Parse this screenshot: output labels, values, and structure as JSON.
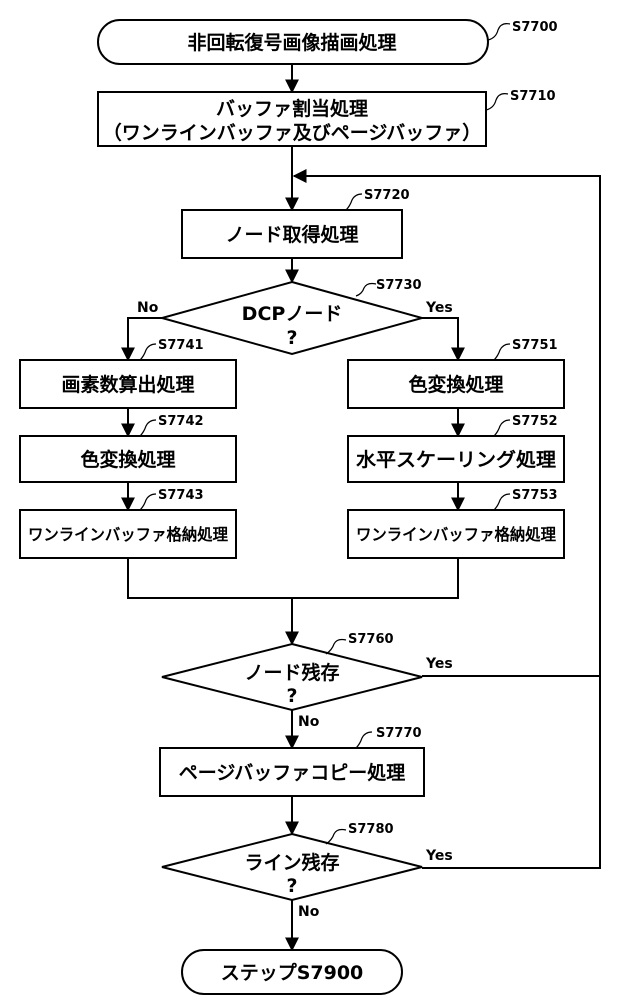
{
  "nodes": {
    "n7700": {
      "label": "非回転復号画像描画処理",
      "tag": "S7700"
    },
    "n7710": {
      "line1": "バッファ割当処理",
      "line2": "（ワンラインバッファ及びページバッファ）",
      "tag": "S7710"
    },
    "n7720": {
      "label": "ノード取得処理",
      "tag": "S7720"
    },
    "n7730": {
      "line1": "DCPノード",
      "line2": "?",
      "tag": "S7730",
      "no": "No",
      "yes": "Yes"
    },
    "n7741": {
      "label": "画素数算出処理",
      "tag": "S7741"
    },
    "n7742": {
      "label": "色変換処理",
      "tag": "S7742"
    },
    "n7743": {
      "label": "ワンラインバッファ格納処理",
      "tag": "S7743"
    },
    "n7751": {
      "label": "色変換処理",
      "tag": "S7751"
    },
    "n7752": {
      "label": "水平スケーリング処理",
      "tag": "S7752"
    },
    "n7753": {
      "label": "ワンラインバッファ格納処理",
      "tag": "S7753"
    },
    "n7760": {
      "line1": "ノード残存",
      "line2": "?",
      "tag": "S7760",
      "yes": "Yes",
      "no": "No"
    },
    "n7770": {
      "label": "ページバッファコピー処理",
      "tag": "S7770"
    },
    "n7780": {
      "line1": "ライン残存",
      "line2": "?",
      "tag": "S7780",
      "yes": "Yes",
      "no": "No"
    },
    "n7900": {
      "label": "ステップS7900"
    }
  }
}
